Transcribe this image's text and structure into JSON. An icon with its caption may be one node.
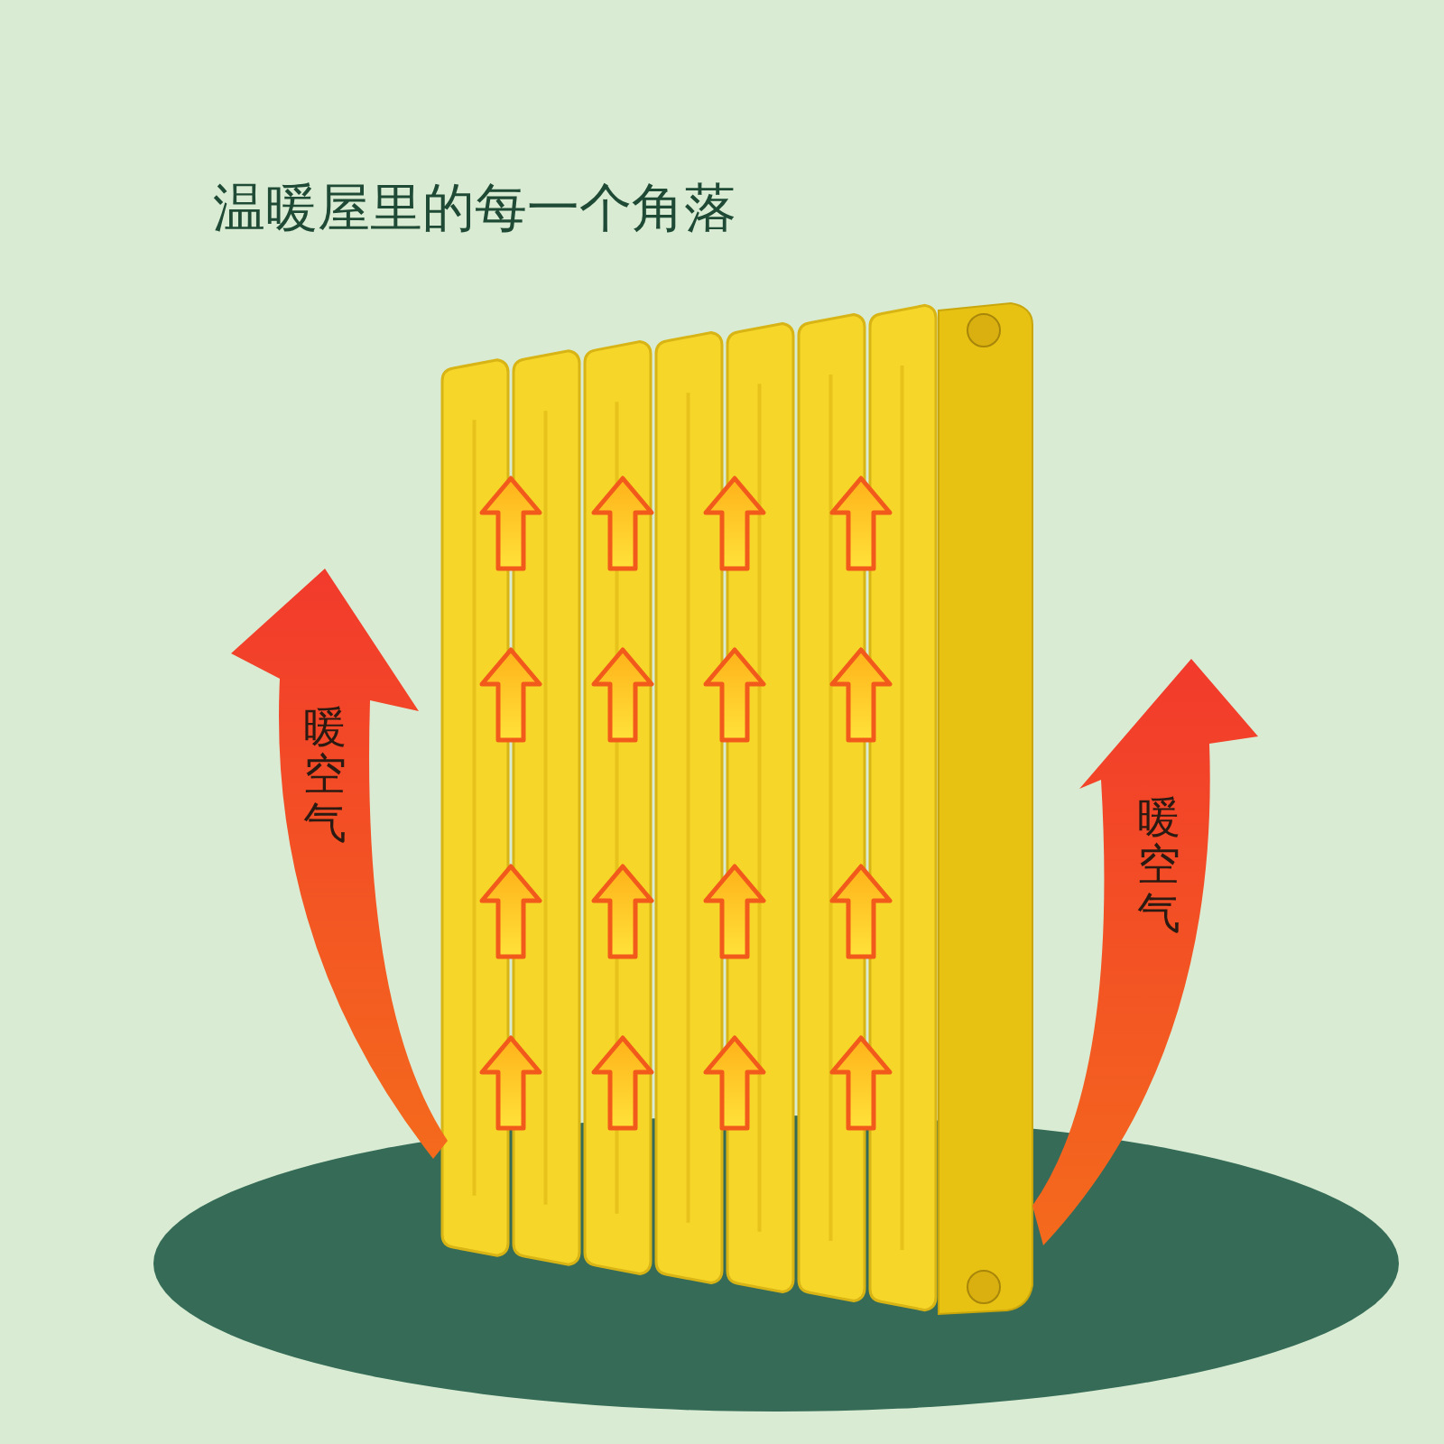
{
  "diagram": {
    "title": "温暖屋里的每一个角落",
    "labels": [
      "暖空气",
      "暖空气"
    ]
  }
}
